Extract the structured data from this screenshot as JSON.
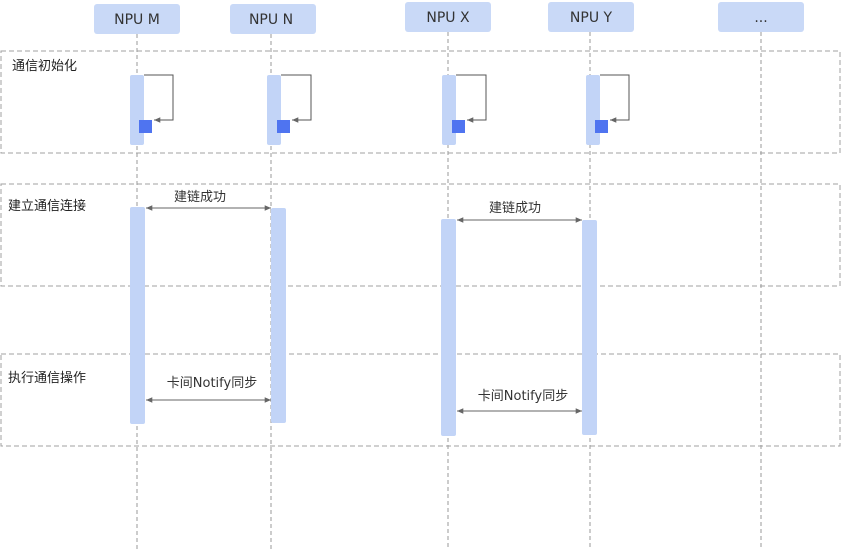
{
  "participants": [
    {
      "id": "npu-m",
      "label": "NPU M"
    },
    {
      "id": "npu-n",
      "label": "NPU N"
    },
    {
      "id": "npu-x",
      "label": "NPU X"
    },
    {
      "id": "npu-y",
      "label": "NPU Y"
    },
    {
      "id": "more",
      "label": "..."
    }
  ],
  "sections": [
    {
      "id": "init",
      "label": "通信初始化"
    },
    {
      "id": "connect",
      "label": "建立通信连接"
    },
    {
      "id": "execute",
      "label": "执行通信操作"
    }
  ],
  "messages": [
    {
      "id": "link-mn",
      "label": "建链成功",
      "from": "npu-m",
      "to": "npu-n"
    },
    {
      "id": "link-xy",
      "label": "建链成功",
      "from": "npu-x",
      "to": "npu-y"
    },
    {
      "id": "notify-mn",
      "label": "卡间Notify同步",
      "from": "npu-m",
      "to": "npu-n"
    },
    {
      "id": "notify-xy",
      "label": "卡间Notify同步",
      "from": "npu-x",
      "to": "npu-y"
    }
  ],
  "colors": {
    "participant_fill": "#c9d9f7",
    "activation_fill": "#c2d4f7",
    "self_call_marker": "#4f74f0",
    "lifeline": "#9a9a9a",
    "section_border": "#a0a0a0",
    "arrow": "#666666"
  }
}
